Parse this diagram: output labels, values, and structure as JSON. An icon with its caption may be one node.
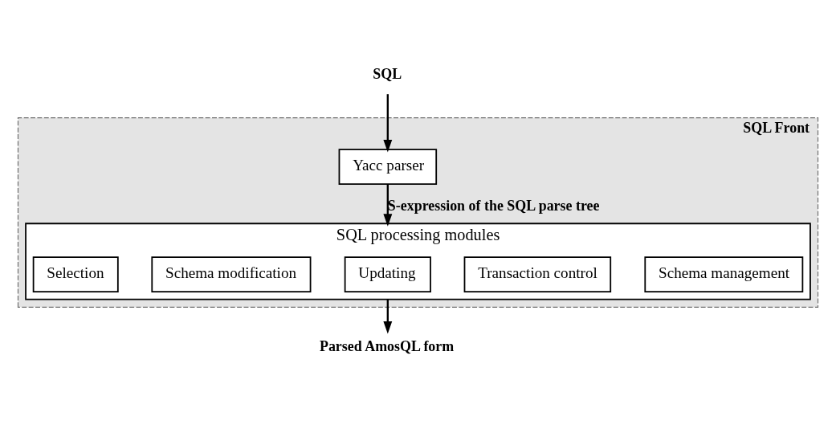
{
  "diagram": {
    "nodes": [
      {
        "text": [
          "SQL"
        ]
      },
      {
        "text": [
          "SQL Front"
        ]
      },
      {
        "text": [
          "Yacc parser"
        ],
        "in": 1
      },
      {
        "text": [
          "SQL processing modules"
        ],
        "in": 1
      },
      {
        "text": [
          "Selection"
        ],
        "in": 3
      },
      {
        "text": [
          "Schema modification"
        ],
        "in": 3
      },
      {
        "text": [
          "Updating"
        ],
        "in": 3
      },
      {
        "text": [
          "Transaction control"
        ],
        "in": 3
      },
      {
        "text": [
          "Schema management"
        ],
        "in": 3
      },
      {
        "text": [
          "Parsed AmosQL form"
        ]
      }
    ],
    "edges": [
      {
        "from": 0,
        "to": 2,
        "arrow": "to"
      },
      {
        "from": 2,
        "to": 3,
        "arrow": "to",
        "label": "S-expression of the SQL parse tree"
      },
      {
        "from": 3,
        "to": 9,
        "arrow": "to"
      }
    ]
  }
}
